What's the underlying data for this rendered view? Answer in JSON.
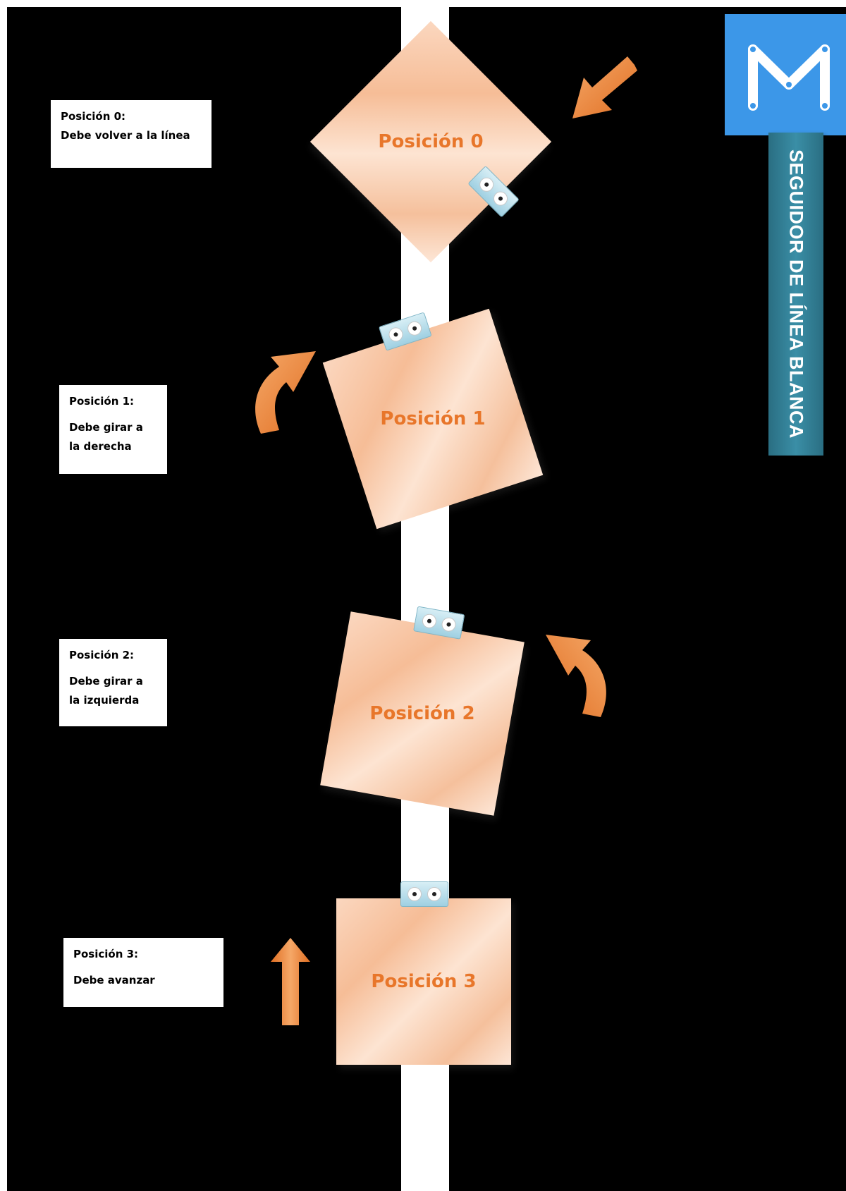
{
  "title": "SEGUIDOR DE LÍNEA BLANCA",
  "colors": {
    "background": "#000000",
    "line": "#ffffff",
    "robot_label": "#e8762a",
    "arrow": "#f08a3e",
    "logo": "#3c97e8",
    "banner": "#2f7f95"
  },
  "logo": {
    "letter_icon": "m-logo-icon"
  },
  "positions": [
    {
      "label": "Posición 0",
      "note_title": "Posición 0:",
      "note_lines": [
        "Debe volver a la línea"
      ],
      "arrow_icon": "arrow-down-left-icon"
    },
    {
      "label": "Posición 1",
      "note_title": "Posición 1:",
      "note_lines": [
        "Debe girar a",
        "la derecha"
      ],
      "arrow_icon": "curved-arrow-right-icon"
    },
    {
      "label": "Posición 2",
      "note_title": "Posición 2:",
      "note_lines": [
        "Debe girar a",
        "la izquierda"
      ],
      "arrow_icon": "curved-arrow-left-icon"
    },
    {
      "label": "Posición 3",
      "note_title": "Posición 3:",
      "note_lines": [
        "Debe avanzar"
      ],
      "arrow_icon": "arrow-up-icon"
    }
  ]
}
